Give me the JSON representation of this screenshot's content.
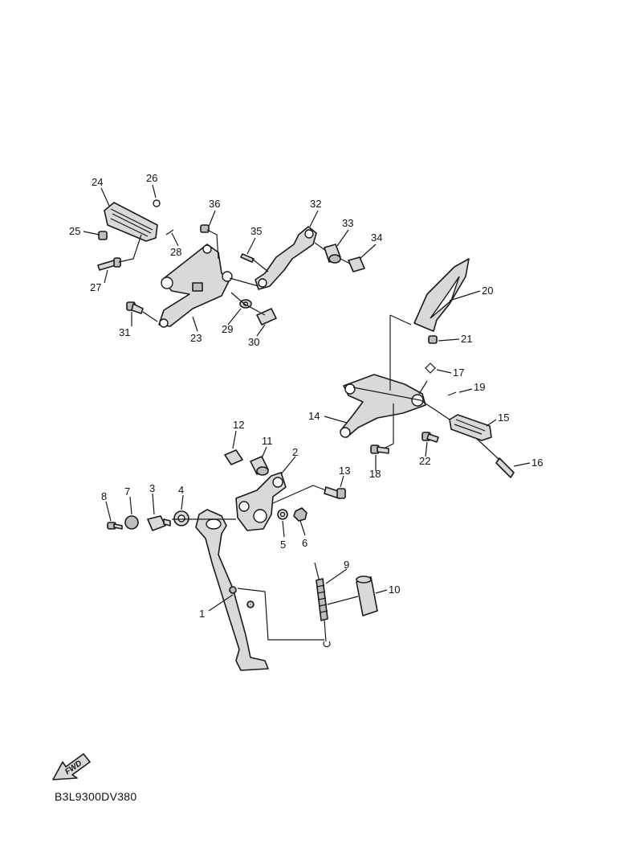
{
  "diagram": {
    "code": "B3L9300DV380",
    "fwd_label": "FWD",
    "callouts": [
      {
        "id": "1",
        "label": "1"
      },
      {
        "id": "2",
        "label": "2"
      },
      {
        "id": "3",
        "label": "3"
      },
      {
        "id": "4",
        "label": "4"
      },
      {
        "id": "5",
        "label": "5"
      },
      {
        "id": "6",
        "label": "6"
      },
      {
        "id": "7",
        "label": "7"
      },
      {
        "id": "8",
        "label": "8"
      },
      {
        "id": "9",
        "label": "9"
      },
      {
        "id": "10",
        "label": "10"
      },
      {
        "id": "11",
        "label": "11"
      },
      {
        "id": "12",
        "label": "12"
      },
      {
        "id": "13",
        "label": "13"
      },
      {
        "id": "14",
        "label": "14"
      },
      {
        "id": "15",
        "label": "15"
      },
      {
        "id": "16",
        "label": "16"
      },
      {
        "id": "17",
        "label": "17"
      },
      {
        "id": "18",
        "label": "18"
      },
      {
        "id": "19",
        "label": "19"
      },
      {
        "id": "20",
        "label": "20"
      },
      {
        "id": "21",
        "label": "21"
      },
      {
        "id": "22",
        "label": "22"
      },
      {
        "id": "23",
        "label": "23"
      },
      {
        "id": "24",
        "label": "24"
      },
      {
        "id": "25",
        "label": "25"
      },
      {
        "id": "26",
        "label": "26"
      },
      {
        "id": "27",
        "label": "27"
      },
      {
        "id": "28",
        "label": "28"
      },
      {
        "id": "29",
        "label": "29"
      },
      {
        "id": "30",
        "label": "30"
      },
      {
        "id": "31",
        "label": "31"
      },
      {
        "id": "32",
        "label": "32"
      },
      {
        "id": "33",
        "label": "33"
      },
      {
        "id": "34",
        "label": "34"
      },
      {
        "id": "35",
        "label": "35"
      },
      {
        "id": "36",
        "label": "36"
      }
    ]
  }
}
